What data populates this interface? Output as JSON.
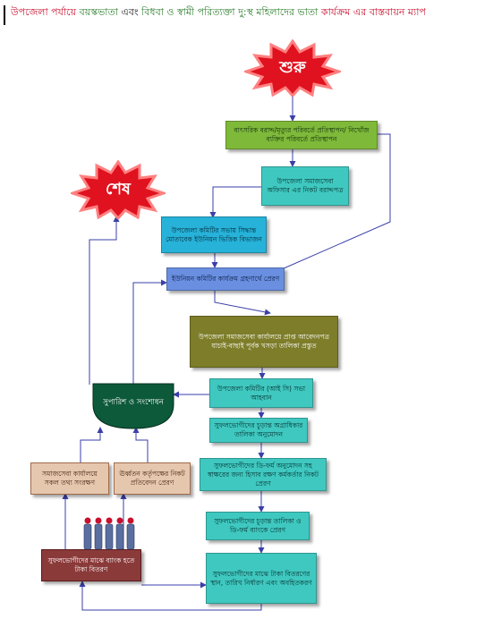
{
  "title": {
    "part1": "উপজেলা পর্যায়ে ",
    "part2": "বয়স্কভাতা",
    "part3": " এবং ",
    "part4": "বিধবা ও স্বামী পরিত্যক্তা দু:স্থ মহিলাদের ভাতা",
    "part5": " কার্যক্রম ",
    "part6": "এর বাস্তবায়ন ম্যাপ"
  },
  "start_label": "শুরু",
  "end_label": "শেষ",
  "steps": {
    "s1": "বাৎসরিক বরাদ্দ/মৃত্যুর পরিবর্তে প্রতিস্থাপন/ নিখোঁজ ব্যক্তির পরিবর্তে প্রতিস্থাপন",
    "s2": "উপজেলা সমাজসেবা অফিসার এর নিকট বরাদ্দপত্র",
    "s3": "উপজেলা কমিটির সভায় সিদ্ধান্ত মোতাবেক ইউনিয়ন ভিত্তিক বিভাজন",
    "s4": "ইউনিয়ন কমিটির কার্যক্রম গ্রহণার্থে প্রেরণ",
    "s5": "উপজেলা সমাজসেবা কার্যালয়ে প্রাপ্ত আবেদনপত্র যাচাই-বাছাই পূর্বক খসড়া তালিকা প্রস্তুত",
    "s6": "উপজেলা কমিটির (আই সি) সভা আহবান",
    "s7": "সুফলভোগীদের চূড়ান্ত অগ্রাধিকার তালিকা অনুমোদন",
    "s8": "সুফলভোগীদের ডি-ফর্ম অনুমোদন সহ স্বাক্ষরের জন্য হিসাব রক্ষণ কর্মকর্তার নিকট প্রেরণ",
    "s9": "সুফলভোগীদের চূড়ান্ত তালিকা ও ডি-ফর্ম ব্যাংকে প্রেরণ",
    "s10": "সুফলভোগীদের মাঝে টাকা বিতরণের স্থান, তারিখ নির্ধারণ এবং অবহিতকরণ"
  },
  "recommend": "সুপারিশ ও সংশোধন",
  "side": {
    "left": "সমাজসেবা কার্যালয়ে সকল তথ্য সংরক্ষণ",
    "right": "ঊর্ধ্বতন কর্তৃপক্ষের নিকট প্রতিবেদন প্রেরণ",
    "bank": "সুফলভোগীদের মাঝে ব্যাংক হতে টাকা বিতরণ"
  },
  "colors": {
    "arrow": "#3a3fa8",
    "star": "#e0121f",
    "shield": "#0d5a3a"
  }
}
